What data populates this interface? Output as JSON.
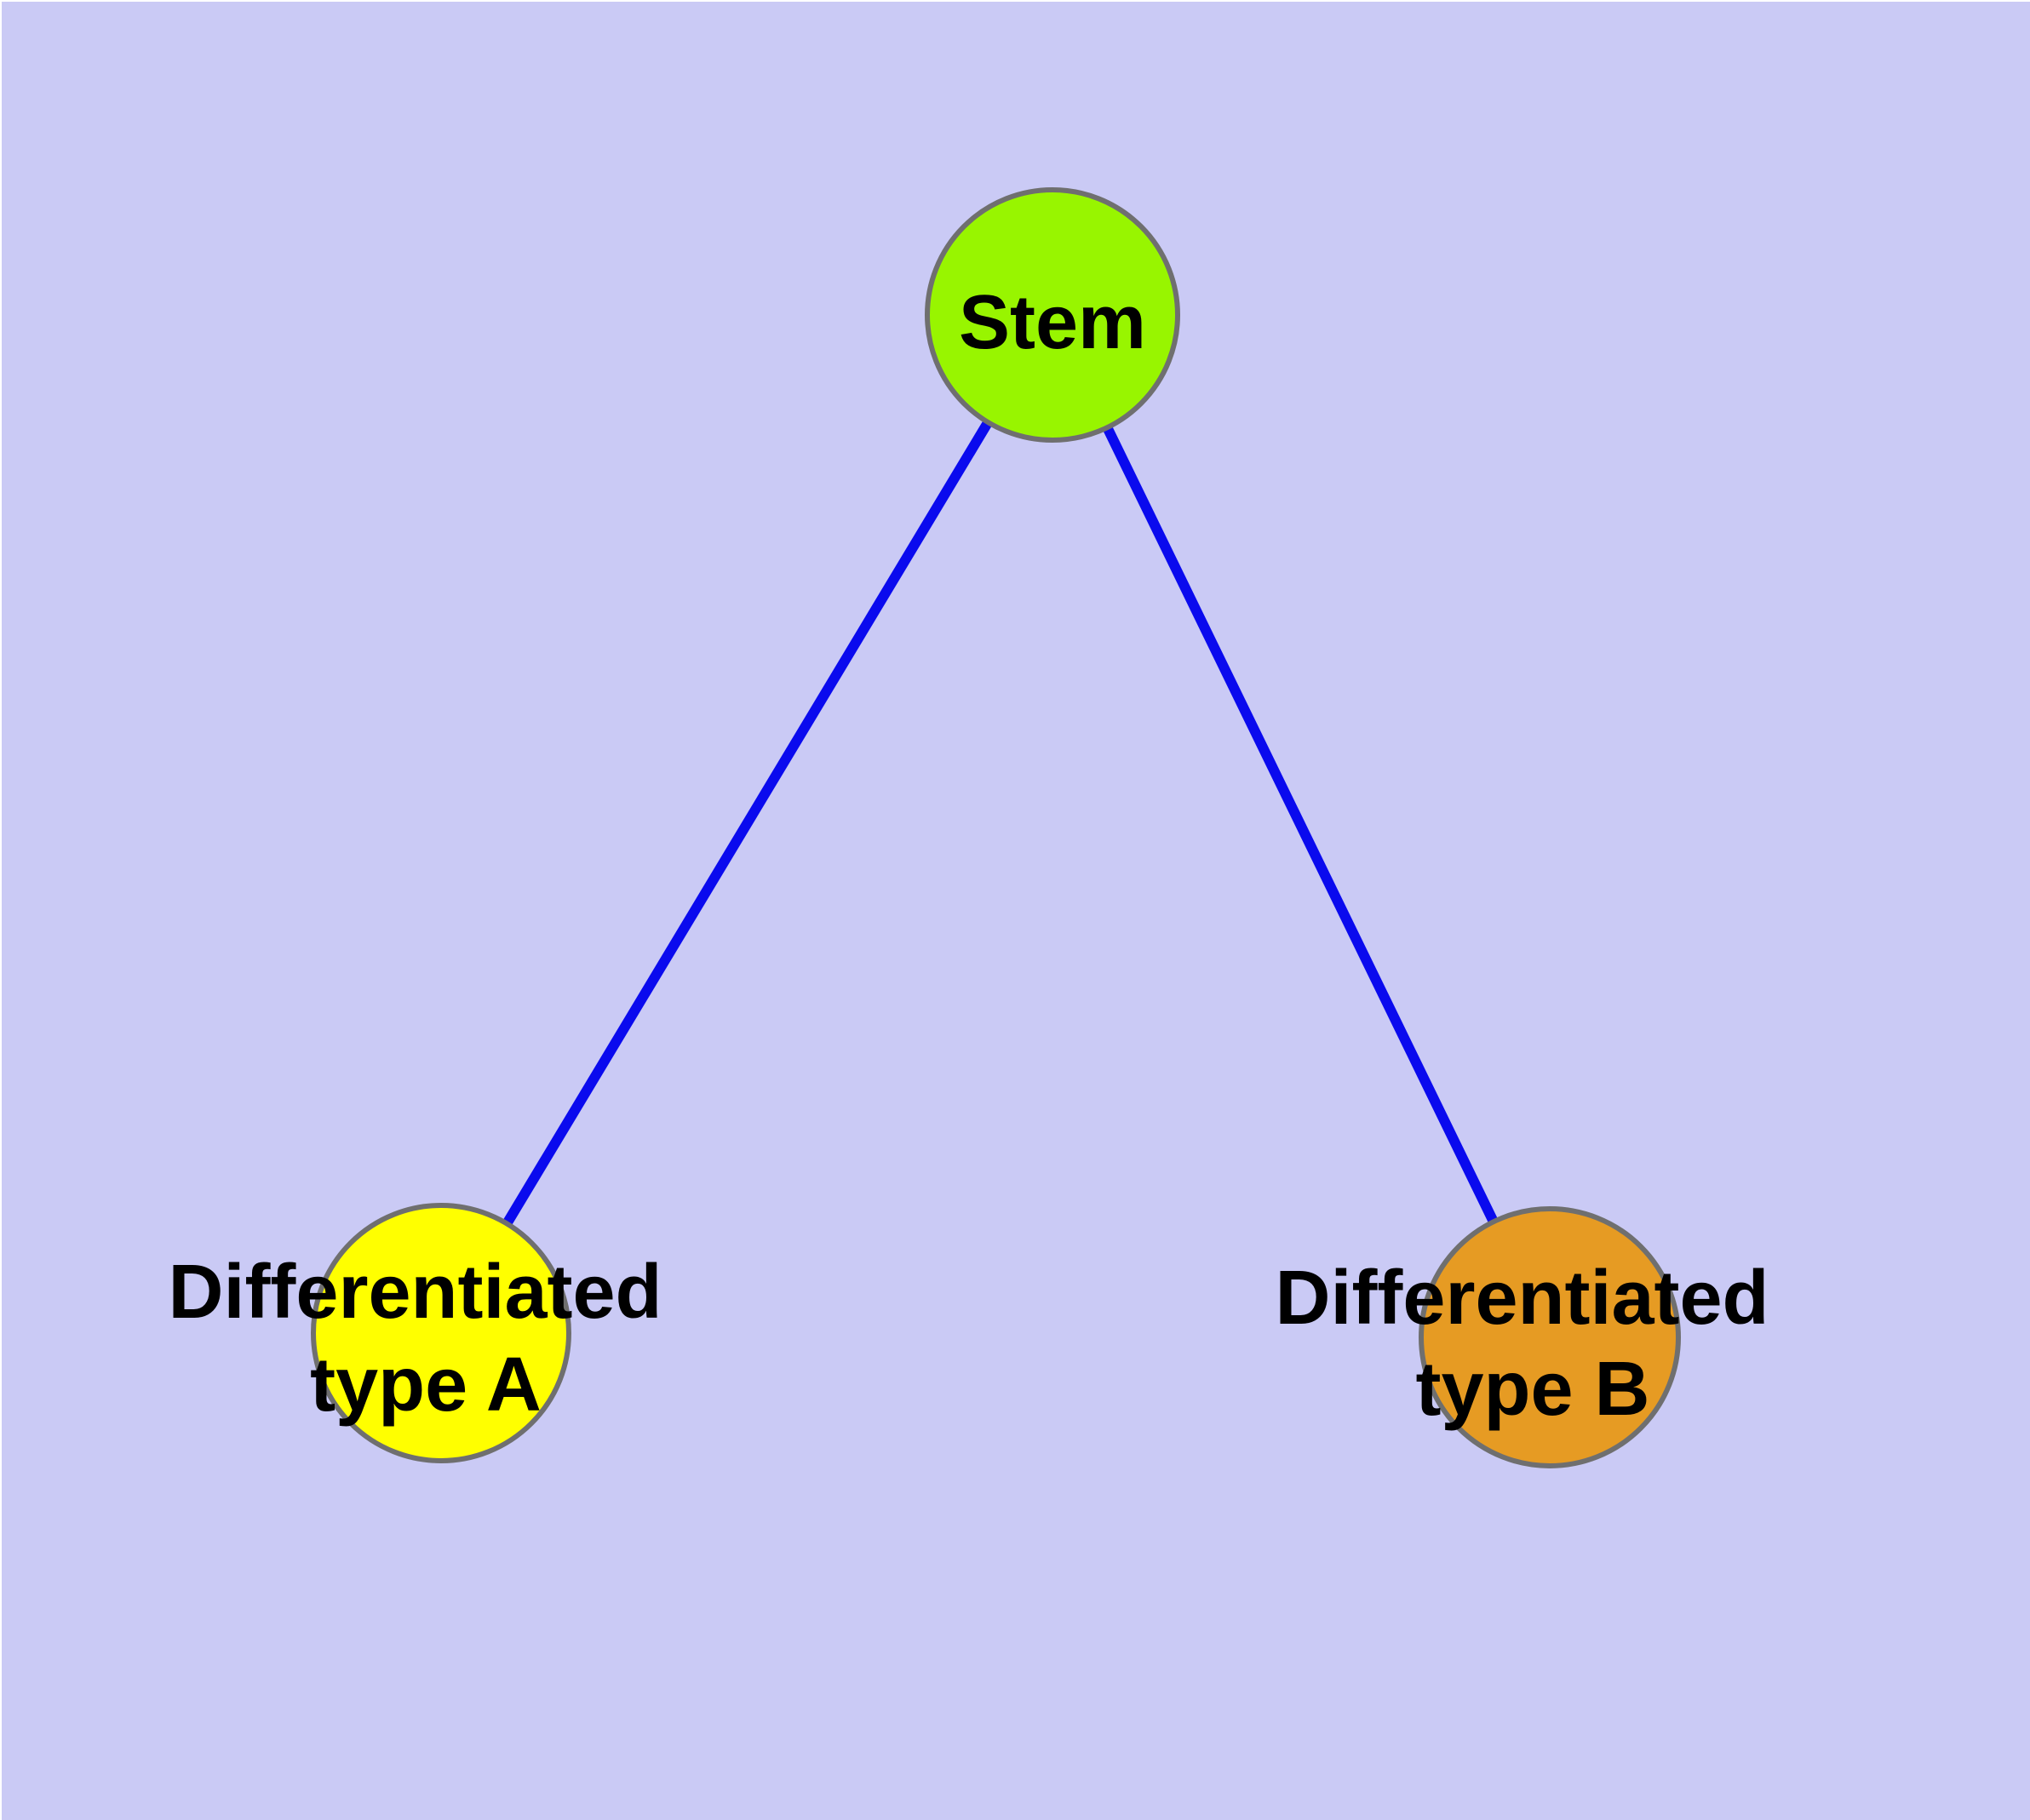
{
  "diagram": {
    "type": "node-link-graph",
    "background_color": "#CACAF5",
    "margin_color": "#FFFFFF",
    "edge_color": "#0A0AEE",
    "node_border_color": "#6F6F6F",
    "label_color": "#000000",
    "nodes": {
      "stem": {
        "label": "Stem",
        "color": "#98F500"
      },
      "typeA": {
        "line1": "Differentiated",
        "line2": "type A",
        "color": "#FFFF00"
      },
      "typeB": {
        "line1": "Differentiated",
        "line2": "type B",
        "color": "#E69B23"
      }
    },
    "edges": [
      {
        "from": "Stem",
        "to": "Differentiated type A"
      },
      {
        "from": "Stem",
        "to": "Differentiated type B"
      }
    ]
  }
}
